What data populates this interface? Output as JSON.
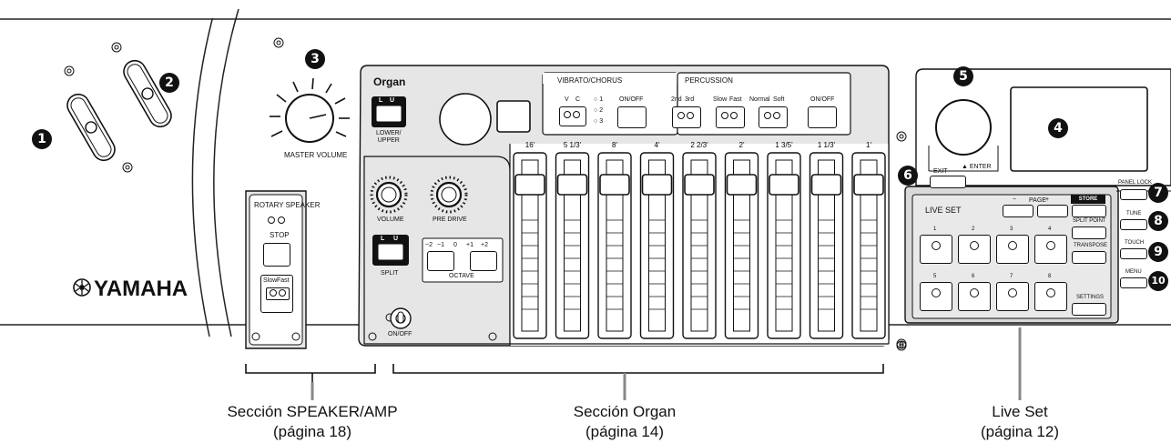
{
  "brand": "YAMAHA",
  "callouts": [
    "1",
    "2",
    "3",
    "4",
    "5",
    "6",
    "7",
    "8",
    "9",
    "10"
  ],
  "labels": {
    "master_volume": "MASTER VOLUME",
    "rotary_speaker": "ROTARY SPEAKER",
    "stop": "STOP",
    "slow": "Slow",
    "fast": "Fast",
    "organ": "Organ",
    "l": "L",
    "u": "U",
    "lower_upper": "LOWER/\nUPPER",
    "vibrato_chorus": "VIBRATO/CHORUS",
    "v": "V",
    "c": "C",
    "vib_1": "1",
    "vib_2": "2",
    "vib_3": "3",
    "on_off": "ON/OFF",
    "percussion": "PERCUSSION",
    "perc_2nd": "2nd",
    "perc_3rd": "3rd",
    "perc_slow": "Slow",
    "perc_fast": "Fast",
    "perc_normal": "Normal",
    "perc_soft": "Soft",
    "volume": "VOLUME",
    "pre_drive": "PRE DRIVE",
    "split": "SPLIT",
    "octave": "OCTAVE",
    "octave_values": [
      "−2",
      "−1",
      "0",
      "+1",
      "+2"
    ],
    "switch_on_off": "ON/OFF",
    "footages": [
      "16'",
      "5 1/3'",
      "8'",
      "4'",
      "2 2/3'",
      "2'",
      "1 3/5'",
      "1 1/3'",
      "1'"
    ],
    "enter": "ENTER",
    "exit": "EXIT",
    "live_set": "LIVE SET",
    "page": "PAGE",
    "minus": "−",
    "plus": "+",
    "store": "STORE",
    "split_point": "SPLIT POINT",
    "transpose": "TRANSPOSE",
    "settings": "SETTINGS",
    "live_numbers": [
      "1",
      "2",
      "3",
      "4",
      "5",
      "6",
      "7",
      "8"
    ],
    "panel_lock": "PANEL LOCK",
    "tune": "TUNE",
    "touch": "TOUCH",
    "menu": "MENU"
  },
  "sections": [
    {
      "title": "Sección SPEAKER/AMP",
      "page": "(página 18)"
    },
    {
      "title": "Sección Organ",
      "page": "(página 14)"
    },
    {
      "title": "Live Set",
      "page": "(página 12)"
    }
  ]
}
